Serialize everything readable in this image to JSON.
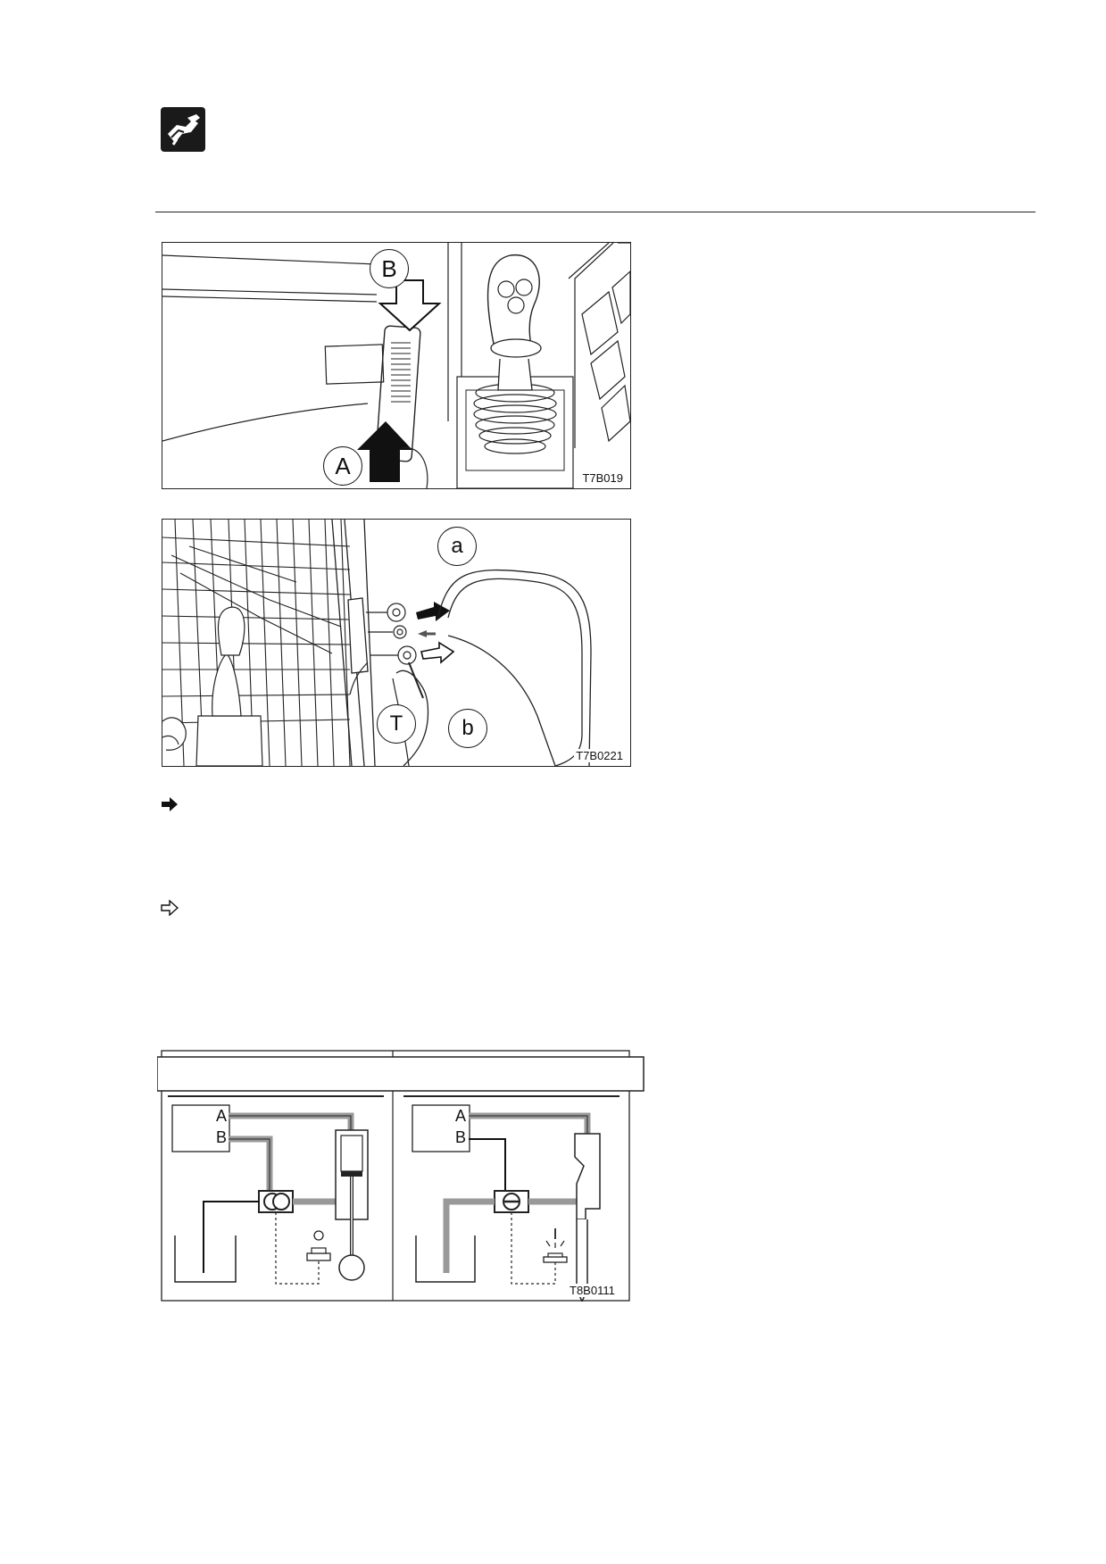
{
  "header_icon": "hand-tool-icon",
  "figure1": {
    "code": "T7B019",
    "callouts": [
      "A",
      "B"
    ]
  },
  "figure2": {
    "code": "T7B0221",
    "callouts": [
      "a",
      "T",
      "b"
    ]
  },
  "bullets": [
    {
      "icon": "filled-arrow-bullet-icon"
    },
    {
      "icon": "outline-arrow-bullet-icon"
    }
  ],
  "figure3": {
    "code": "T8B0111",
    "left_panel": {
      "port_labels": [
        "A",
        "B"
      ]
    },
    "right_panel": {
      "port_labels": [
        "A",
        "B"
      ]
    }
  }
}
